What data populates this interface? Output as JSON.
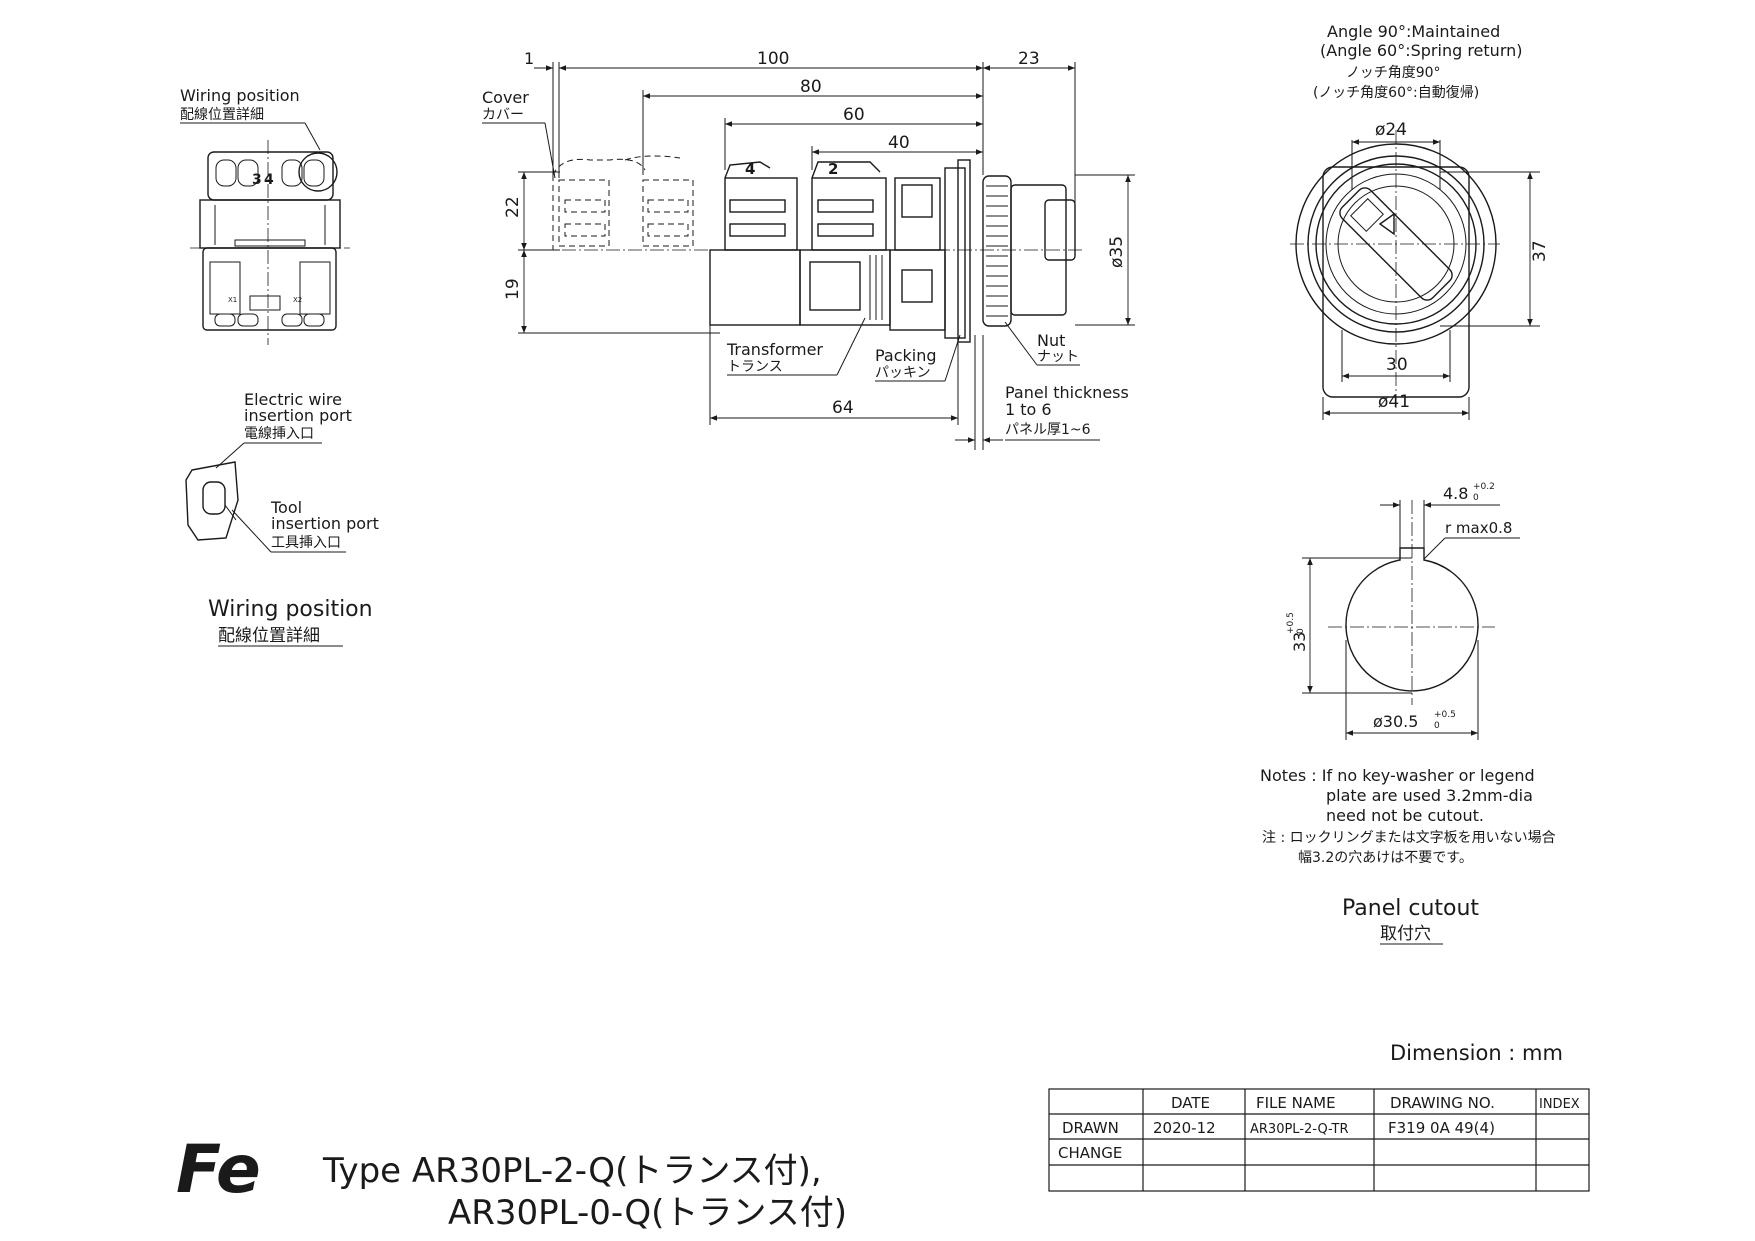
{
  "wiring_detail": {
    "label_en": "Wiring position",
    "label_ja": "配線位置詳細",
    "terminal_3": "3",
    "terminal_4": "4",
    "terminal_x1": "X1",
    "terminal_x2": "X2"
  },
  "port_detail": {
    "electric_wire_en_1": "Electric wire",
    "electric_wire_en_2": "insertion port",
    "electric_wire_ja": "電線挿入口",
    "tool_en_1": "Tool",
    "tool_en_2": "insertion port",
    "tool_ja": "工具挿入口"
  },
  "wiring_caption": {
    "en": "Wiring position",
    "ja": "配線位置詳細"
  },
  "side_view": {
    "dim_1": "1",
    "dim_100": "100",
    "dim_23": "23",
    "dim_80": "80",
    "dim_60": "60",
    "dim_40": "40",
    "dim_22": "22",
    "dim_19": "19",
    "dim_35": "ø35",
    "dim_64": "64",
    "terminal_4": "4",
    "terminal_2": "2",
    "cover_en": "Cover",
    "cover_ja": "カバー",
    "transformer_en": "Transformer",
    "transformer_ja": "トランス",
    "packing_en": "Packing",
    "packing_ja": "パッキン",
    "nut_en": "Nut",
    "nut_ja": "ナット",
    "panel_en_1": "Panel thickness",
    "panel_en_2": "1 to 6",
    "panel_ja": "パネル厚1~6"
  },
  "front_view": {
    "angle_en_1": "Angle 90°:Maintained",
    "angle_en_2": "(Angle 60°:Spring return)",
    "angle_ja_1": "ノッチ角度90°",
    "angle_ja_2": "(ノッチ角度60°:自動復帰)",
    "dim_24": "ø24",
    "dim_37": "37",
    "dim_30": "30",
    "dim_41": "ø41"
  },
  "cutout": {
    "dim_48": "4.8",
    "dim_48_tol_up": "+0.2",
    "dim_48_tol_dn": "0",
    "rmax": "r max0.8",
    "dim_33": "33",
    "dim_33_tol": "+0.5",
    "dim_33_tol_dn": "0",
    "dim_305": "ø30.5",
    "dim_305_tol_up": "+0.5",
    "dim_305_tol_dn": "0",
    "notes_en_1": "Notes : If no key-washer or legend",
    "notes_en_2": "plate are used 3.2mm-dia",
    "notes_en_3": "need not be cutout.",
    "notes_ja_1": "注 : ロックリングまたは文字板を用いない場合",
    "notes_ja_2": "幅3.2の穴あけは不要です。",
    "caption_en": "Panel cutout",
    "caption_ja": "取付穴"
  },
  "dimension_unit": "Dimension : mm",
  "title_block": {
    "headers": [
      "",
      "DATE",
      "FILE NAME",
      "DRAWING NO.",
      "INDEX"
    ],
    "rows": [
      [
        "DRAWN",
        "2020-12",
        "AR30PL-2-Q-TR",
        "F319 0A 49(4)",
        ""
      ],
      [
        "CHANGE",
        "",
        "",
        "",
        ""
      ],
      [
        "",
        "",
        "",
        "",
        ""
      ]
    ]
  },
  "logo_text": "Fe",
  "type_line_1": "Type  AR30PL-2-Q(トランス付),",
  "type_line_2": "AR30PL-0-Q(トランス付)"
}
